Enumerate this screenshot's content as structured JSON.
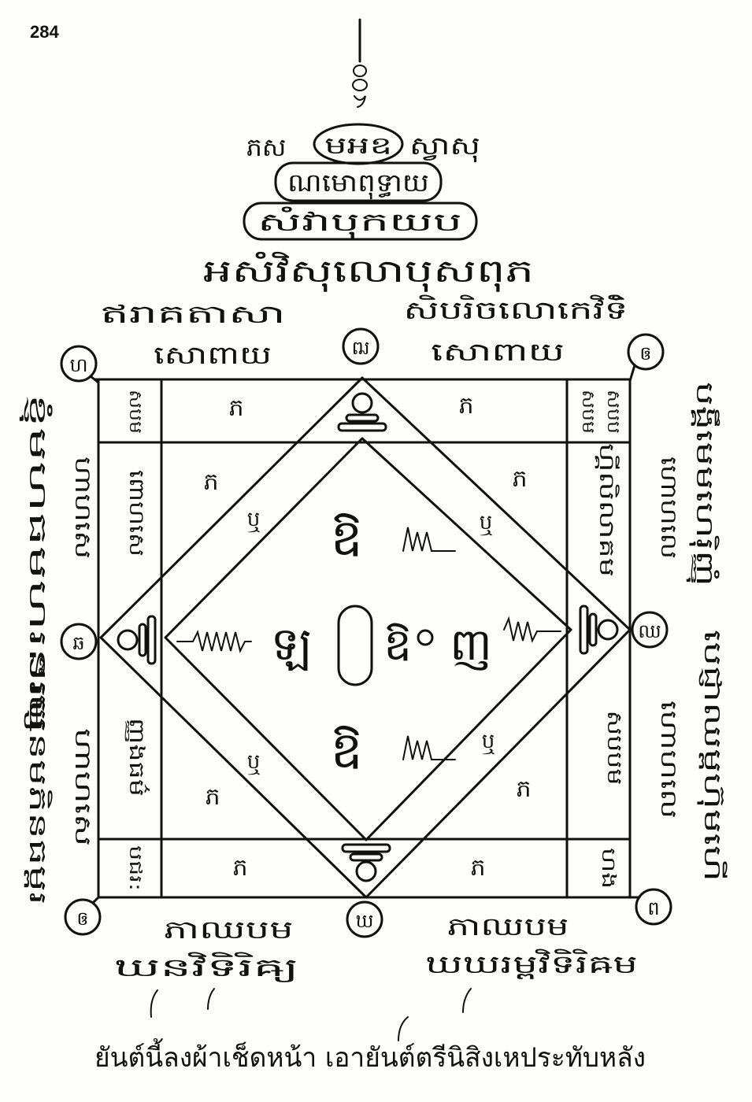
{
  "page_number": "284",
  "header": {
    "left": "ភស",
    "boxed": "មអឧ",
    "right": "ស្វាសុ"
  },
  "box_lines": [
    "ណមោពុទ្ធាយ",
    "សំវាបុកយប"
  ],
  "heart_line": "អសំវិសុលោបុសពុភ",
  "upper_row": {
    "left": "ឥរាគតាសា",
    "right": "សិបរិចលោកេវិទិំ"
  },
  "upper_words": [
    "សោពាយ",
    "សោពាយ"
  ],
  "nodes": {
    "top_left": "ហ",
    "top_mid": "ឍ",
    "top_right": "ឲ",
    "mid_left": "ឆ",
    "mid_right": "ឈ",
    "bottom_left": "ឲ",
    "bottom_mid": "ឃ",
    "bottom_right": "ព"
  },
  "corner_cells": {
    "top_left": "សបម",
    "top_right_a": "សបម",
    "top_right_b": "សបប",
    "bottom_left": "បជរ:",
    "bottom_right": "ហង"
  },
  "inner_columns": {
    "left_upper": "ពោហសេ",
    "left_lower": "ញ្ញងធម៌",
    "right_upper": "ហ្គីលិលាគម",
    "right_lower": "សបបម"
  },
  "outer_strips": {
    "left_upper": "ហាហសេ",
    "left_lower": "ហាហសេ",
    "right_upper": "ហោហលេ",
    "right_lower": "ហោហលេ"
  },
  "side_texts": {
    "left_upper": "ខ្ញុំមហធមហរនរម",
    "left_lower": "ៗរម្សនមភិនធម្ពរ",
    "right_upper": "បង្គឹមេមហេរ៉ិញ្ញុំ",
    "right_lower": "បេជ្ញាឈម្ពហ៊ុមហើ"
  },
  "diamond_letters": {
    "main": "ភ",
    "small": "ឬ"
  },
  "center": {
    "top": "ឱ",
    "left": "ឡ",
    "mid": "ឱ",
    "right": "ញ",
    "bottom": "ឱ"
  },
  "lower_row": [
    "ភាឈបម",
    "ភាឈបម"
  ],
  "lower_words": [
    "ឃនវិទិរិឝ្យ",
    "ឃឃរម្ពវិទិរិឝម"
  ],
  "caption": "ยันต์นี้ลงผ้าเช็ดหน้า เอายันต์ตรีนิสิงเหประทับหลัง"
}
